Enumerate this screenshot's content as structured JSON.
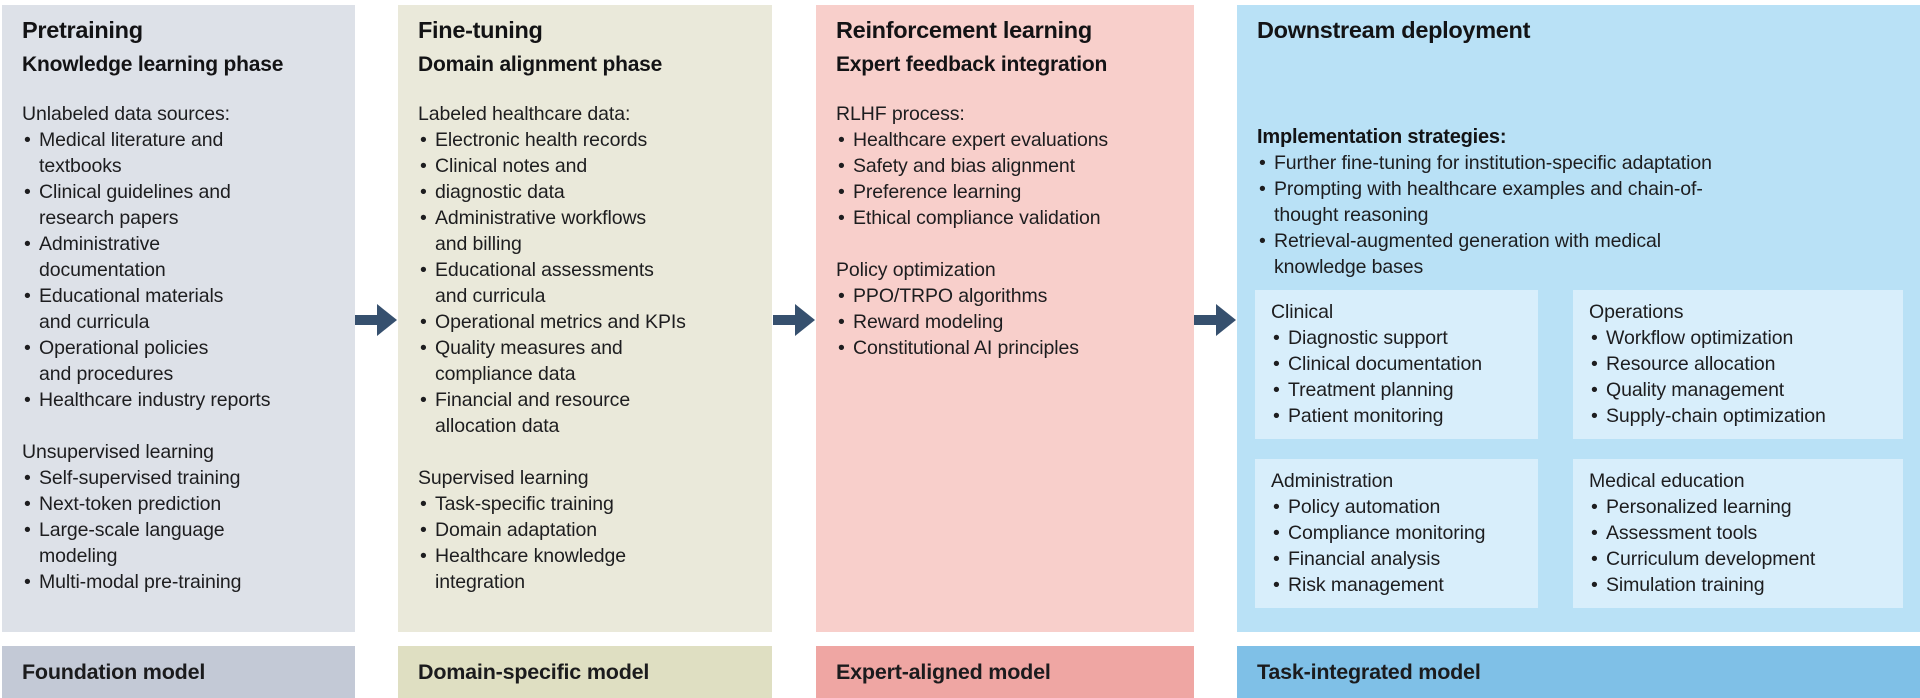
{
  "colors": {
    "pretraining_bg": "#dde1e8",
    "pretraining_footer_bg": "#c3c9d6",
    "finetuning_bg": "#eae9da",
    "finetuning_footer_bg": "#dfdfc2",
    "reinforcement_bg": "#f8cfcb",
    "reinforcement_footer_bg": "#efa6a3",
    "deployment_bg": "#b9e1f6",
    "deployment_subbox_bg": "#d8eefb",
    "deployment_footer_bg": "#7fc0e7",
    "arrow": "#36506e",
    "text": "#1d1d1f"
  },
  "columns": [
    {
      "title": "Pretraining",
      "subtitle": "Knowledge learning phase",
      "sections": [
        {
          "heading": "Unlabeled data sources:",
          "bullets": [
            "Medical literature and\ntextbooks",
            "Clinical guidelines and\nresearch papers",
            "Administrative\ndocumentation",
            "Educational materials\nand curricula",
            "Operational policies\nand procedures",
            "Healthcare industry reports"
          ]
        },
        {
          "heading": "Unsupervised learning",
          "bullets": [
            "Self-supervised training",
            "Next-token prediction",
            "Large-scale language\nmodeling",
            "Multi-modal pre-training"
          ]
        }
      ],
      "footer": "Foundation model"
    },
    {
      "title": "Fine-tuning",
      "subtitle": "Domain alignment phase",
      "sections": [
        {
          "heading": "Labeled healthcare data:",
          "bullets": [
            "Electronic health records",
            "Clinical notes and",
            "diagnostic data",
            "Administrative workflows\nand billing",
            "Educational assessments\nand curricula",
            "Operational metrics and KPIs",
            "Quality measures and\ncompliance data",
            "Financial and resource\nallocation data"
          ]
        },
        {
          "heading": "Supervised learning",
          "bullets": [
            "Task-specific training",
            "Domain adaptation",
            "Healthcare knowledge\nintegration"
          ]
        }
      ],
      "footer": "Domain-specific model"
    },
    {
      "title": "Reinforcement learning",
      "subtitle": "Expert feedback integration",
      "sections": [
        {
          "heading": "RLHF process:",
          "bullets": [
            "Healthcare expert evaluations",
            "Safety and bias alignment",
            "Preference learning",
            "Ethical compliance validation"
          ]
        },
        {
          "heading": "Policy optimization",
          "bullets": [
            "PPO/TRPO algorithms",
            "Reward modeling",
            "Constitutional AI principles"
          ]
        }
      ],
      "footer": "Expert-aligned model"
    },
    {
      "title": "Downstream deployment",
      "heading": "Implementation strategies:",
      "bullets": [
        "Further fine-tuning for institution-specific adaptation",
        "Prompting with healthcare examples and chain-of-\nthought reasoning",
        "Retrieval-augmented generation with medical\nknowledge bases"
      ],
      "subboxes": [
        {
          "title": "Clinical",
          "items": [
            "Diagnostic support",
            "Clinical documentation",
            "Treatment planning",
            "Patient monitoring"
          ]
        },
        {
          "title": "Operations",
          "items": [
            "Workflow optimization",
            "Resource allocation",
            "Quality management",
            "Supply-chain optimization"
          ]
        },
        {
          "title": "Administration",
          "items": [
            "Policy automation",
            "Compliance monitoring",
            "Financial analysis",
            "Risk management"
          ]
        },
        {
          "title": "Medical education",
          "items": [
            "Personalized learning",
            "Assessment tools",
            "Curriculum development",
            "Simulation training"
          ]
        }
      ],
      "footer": "Task-integrated model"
    }
  ]
}
